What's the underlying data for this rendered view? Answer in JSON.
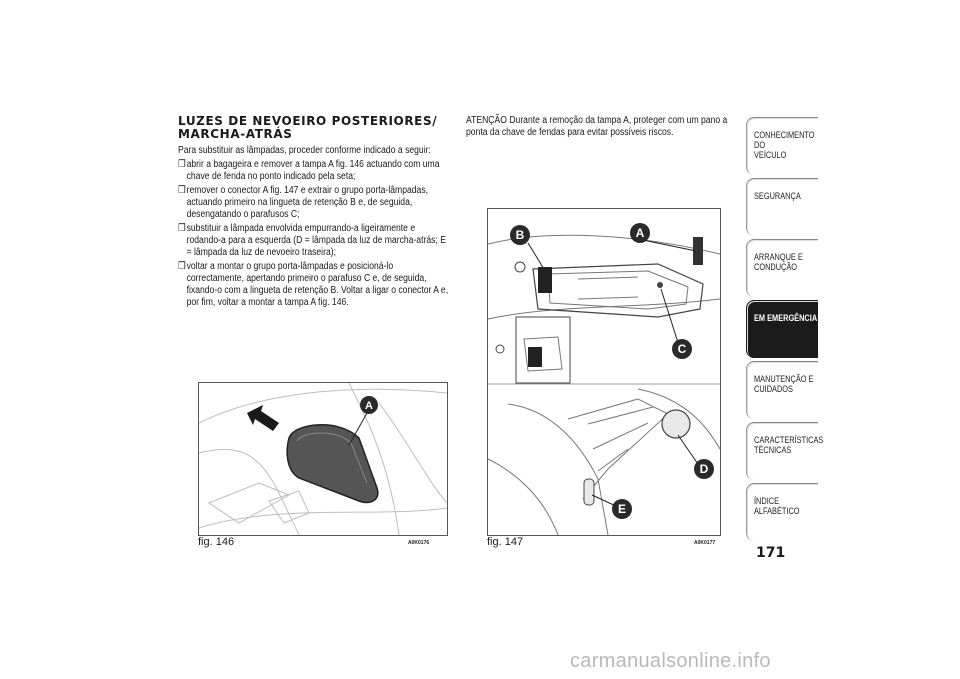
{
  "section": {
    "title_line1": "LUZES DE NEVOEIRO POSTERIORES/",
    "title_line2": "MARCHA-ATRÁS",
    "intro": "Para substituir as lâmpadas, proceder conforme indicado a seguir:",
    "bullet_glyph": "❒",
    "steps": [
      "abrir a bagageira e remover a tampa A fig. 146 actuando com uma chave de fenda no ponto indicado pela seta;",
      "remover o conector A fig. 147 e extrair o grupo porta-lâmpadas, actuando primeiro na lingueta de retenção B e, de seguida, desengatando o parafusos C;",
      "substituir a lâmpada envolvida empurrando-a ligeiramente e rodando-a para a esquerda (D = lâmpada da luz de marcha-atrás; E = lâmpada da luz de nevoeiro traseira);",
      "voltar a montar o grupo porta-lâmpadas e posicioná-lo correctamente, apertando primeiro o parafuso C e, de seguida, fixando-o com a lingueta de retenção B. Voltar a ligar o conector A e, por fim, voltar a montar a tampa A fig. 146."
    ]
  },
  "attention": "ATENÇÃO Durante a remoção da tampa A, proteger com um pano a ponta da chave de fendas para evitar possíveis riscos.",
  "figures": {
    "fig146": {
      "label": "fig. 146",
      "code": "A0K0176",
      "callouts": [
        "A"
      ]
    },
    "fig147": {
      "label": "fig. 147",
      "code": "A0K0177",
      "callouts": [
        "B",
        "A",
        "C",
        "D",
        "E"
      ]
    }
  },
  "tabs": [
    {
      "line1": "CONHECIMENTO DO",
      "line2": "VEÍCULO",
      "active": false
    },
    {
      "line1": "SEGURANÇA",
      "line2": "",
      "active": false
    },
    {
      "line1": "ARRANQUE E",
      "line2": "CONDUÇÃO",
      "active": false
    },
    {
      "line1": "EM EMERGÊNCIA",
      "line2": "",
      "active": true
    },
    {
      "line1": "MANUTENÇÃO E",
      "line2": "CUIDADOS",
      "active": false
    },
    {
      "line1": "CARACTERÍSTICAS",
      "line2": "TÉCNICAS",
      "active": false
    },
    {
      "line1": "ÍNDICE ALFABÉTICO",
      "line2": "",
      "active": false
    }
  ],
  "page_number": "171",
  "watermark": "carmanualsonline.info",
  "colors": {
    "callout": "#2a2a2a",
    "active_tab": "#1b1b1b",
    "watermark": "#b9b9b9"
  }
}
